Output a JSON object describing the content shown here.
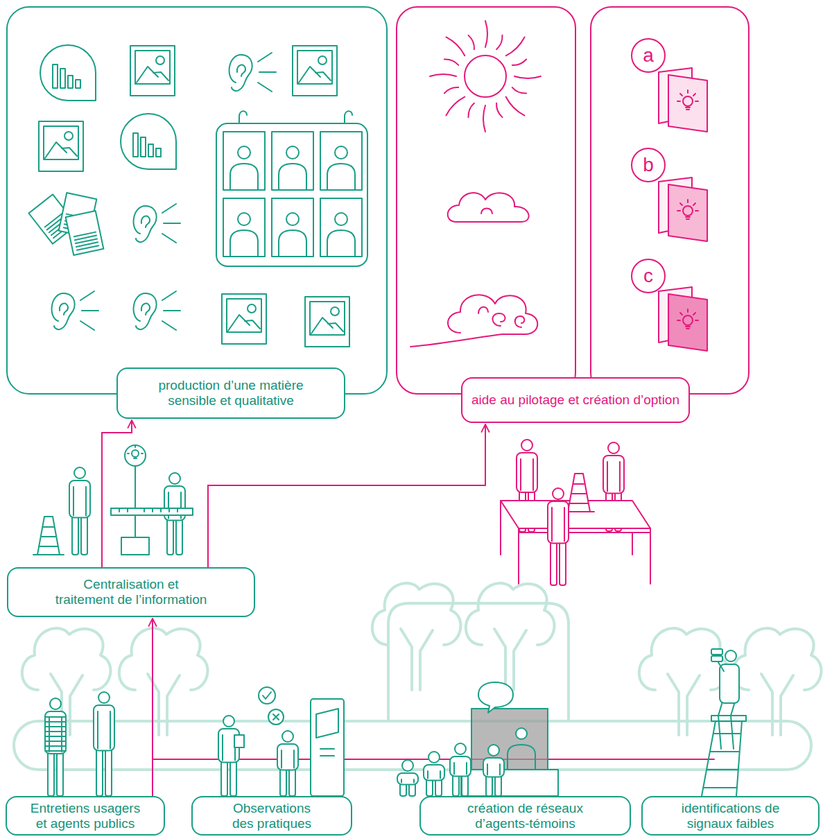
{
  "diagram": {
    "nodes": [
      {
        "text": [
          "a"
        ]
      },
      {
        "text": [
          "b"
        ]
      },
      {
        "text": [
          "c"
        ]
      },
      {
        "text": [
          "production d’une matière sensible et qualitative"
        ]
      },
      {
        "text": [
          "aide au pilotage et création d’option"
        ]
      },
      {
        "text": [
          "Centralisation et traitement de l’information"
        ]
      },
      {
        "text": [
          "Entretiens usagers et agents publics"
        ]
      },
      {
        "text": [
          "Observations des pratiques"
        ]
      },
      {
        "text": [
          "création de réseaux d’agents-témoins"
        ]
      },
      {
        "text": [
          "identifications de signaux faibles"
        ]
      }
    ],
    "edges": [
      {
        "from": 6,
        "to": 5,
        "arrow": "to"
      },
      {
        "from": 5,
        "to": 3,
        "arrow": "to"
      },
      {
        "from": 5,
        "to": 4,
        "arrow": "to"
      }
    ]
  }
}
